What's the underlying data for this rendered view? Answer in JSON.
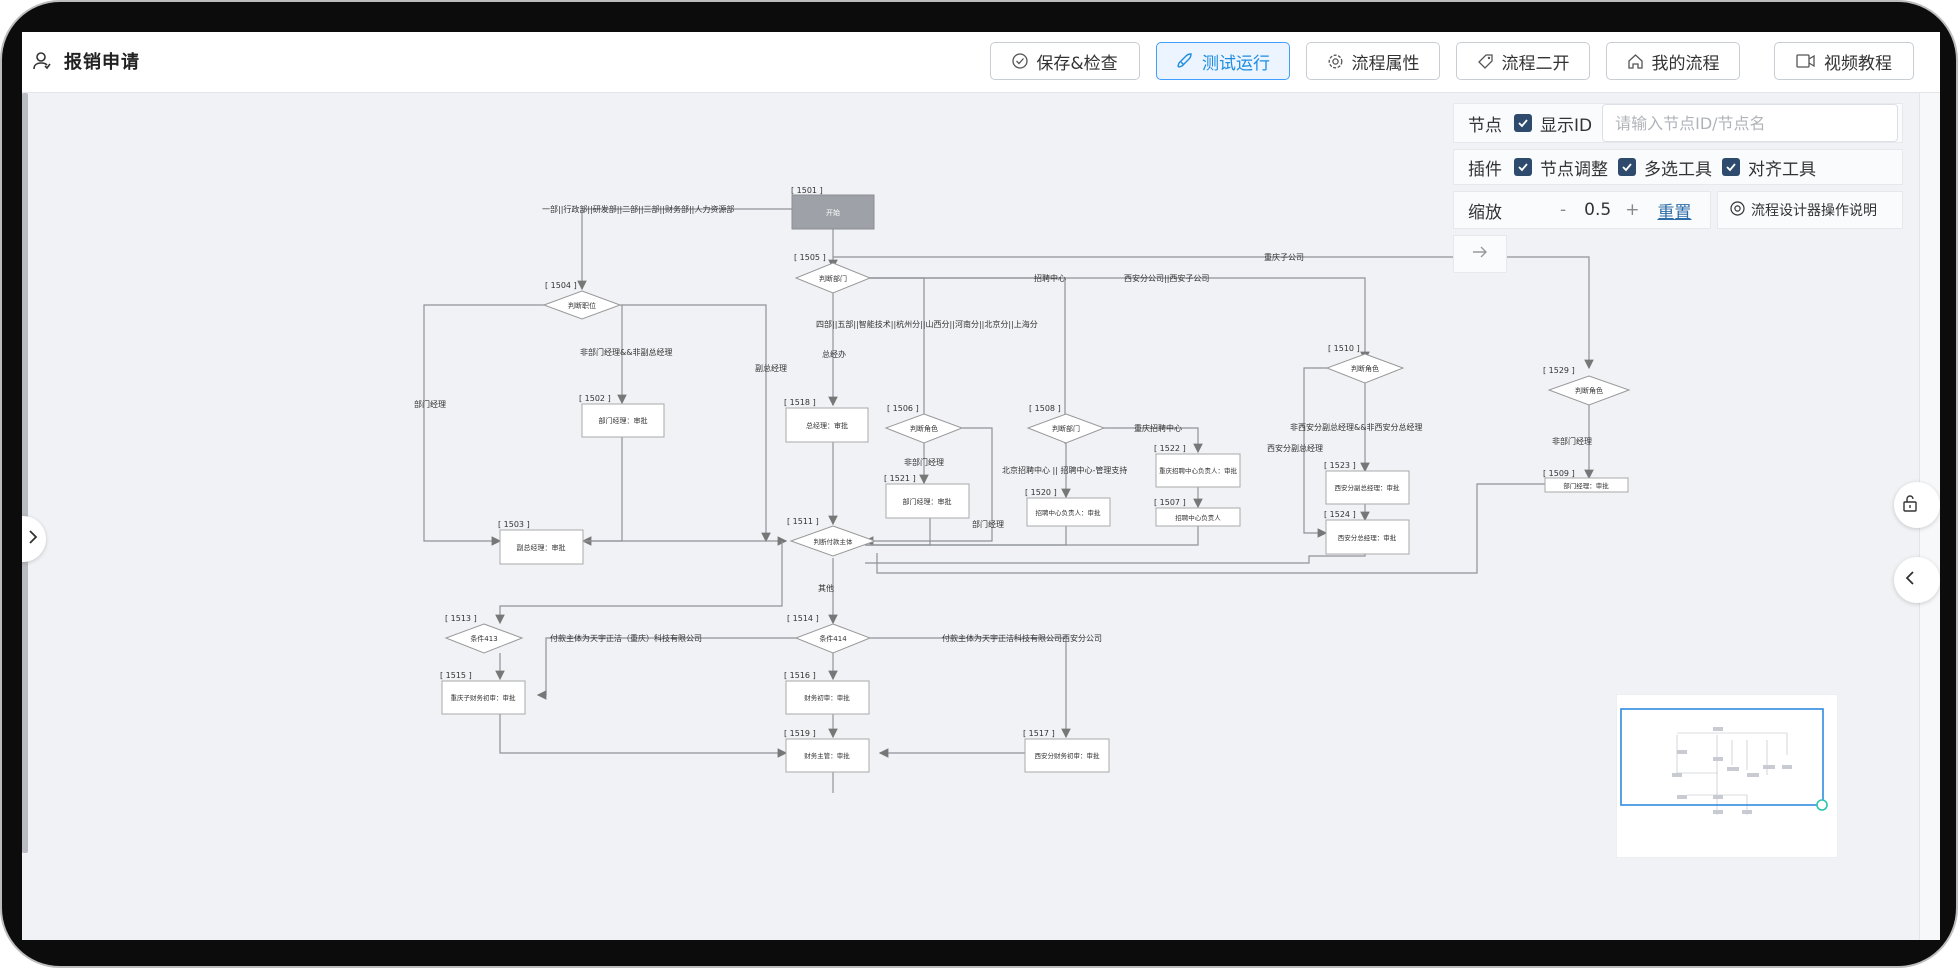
{
  "header": {
    "title": "报销申请",
    "buttons": {
      "save": "保存&检查",
      "test_run": "测试运行",
      "properties": "流程属性",
      "fork": "流程二开",
      "my_flows": "我的流程",
      "video": "视频教程"
    }
  },
  "panel": {
    "node_label": "节点",
    "show_id_label": "显示ID",
    "show_id_checked": true,
    "search_placeholder": "请输入节点ID/节点名",
    "plugin_label": "插件",
    "node_adjust_label": "节点调整",
    "multi_select_label": "多选工具",
    "align_label": "对齐工具",
    "zoom_label": "缩放",
    "zoom_minus": "-",
    "zoom_value": "0.5",
    "zoom_plus": "+",
    "reset_label": "重置",
    "help_label": "流程设计器操作说明"
  },
  "flow": {
    "nodes": {
      "n1501": {
        "id": "[ 1501 ]",
        "text": "开始"
      },
      "n1505": {
        "id": "[ 1505 ]",
        "text": "判断部门"
      },
      "n1504": {
        "id": "[ 1504 ]",
        "text": "判断职位"
      },
      "n1502": {
        "id": "[ 1502 ]",
        "text": "部门经理：审批"
      },
      "n1503": {
        "id": "[ 1503 ]",
        "text": "副总经理：审批"
      },
      "n1518": {
        "id": "[ 1518 ]",
        "text": "总经理：审批"
      },
      "n1506": {
        "id": "[ 1506 ]",
        "text": "判断角色"
      },
      "n1521": {
        "id": "[ 1521 ]",
        "text": "部门经理：审批"
      },
      "n1508": {
        "id": "[ 1508 ]",
        "text": "判断部门"
      },
      "n1522": {
        "id": "[ 1522 ]",
        "text": "重庆招聘中心负责人：审批"
      },
      "n1520": {
        "id": "[ 1520 ]",
        "text": "招聘中心负责人：审批"
      },
      "n1507": {
        "id": "[ 1507 ]",
        "text": "招聘中心负责人"
      },
      "n1510": {
        "id": "[ 1510 ]",
        "text": "判断角色"
      },
      "n1523": {
        "id": "[ 1523 ]",
        "text": "西安分副总经理：审批"
      },
      "n1524": {
        "id": "[ 1524 ]",
        "text": "西安分总经理：审批"
      },
      "n1529": {
        "id": "[ 1529 ]",
        "text": "判断角色"
      },
      "n1509": {
        "id": "[ 1509 ]",
        "text": "部门经理：审批"
      },
      "n1511": {
        "id": "[ 1511 ]",
        "text": "判断付款主体"
      },
      "n1513": {
        "id": "[ 1513 ]",
        "text": "条件413"
      },
      "n1514": {
        "id": "[ 1514 ]",
        "text": "条件414"
      },
      "n1515": {
        "id": "[ 1515 ]",
        "text": "重庆子财务初审：审批"
      },
      "n1516": {
        "id": "[ 1516 ]",
        "text": "财务初审：审批"
      },
      "n1519": {
        "id": "[ 1519 ]",
        "text": "财务主管：审批"
      },
      "n1517": {
        "id": "[ 1517 ]",
        "text": "西安分财务初审：审批"
      }
    },
    "edges": {
      "depts": "一部||行政部||研发部||二部||三部||财务部||人力资源部",
      "chongqing_sub": "重庆子公司",
      "recruit_center": "招聘中心",
      "xian": "西安分公司||西安子公司",
      "four_dept": "四部||五部||智能技术||杭州分||山西分||河南分||北京分||上海分",
      "ceo_office": "总经办",
      "non_mgr_non_vp": "非部门经理&&非副总经理",
      "vp": "副总经理",
      "dept_mgr": "部门经理",
      "non_dept_mgr": "非部门经理",
      "cq_recruit": "重庆招聘中心",
      "bj_recruit": "北京招聘中心 || 招聘中心-管理支持",
      "dept_mgr2": "部门经理",
      "non_xian": "非西安分副总经理&&非西安分总经理",
      "xian_vp": "西安分副总经理",
      "non_dept_mgr2": "非部门经理",
      "other": "其他",
      "pay_cq": "付款主体为天宇正洁（重庆）科技有限公司",
      "pay_xian": "付款主体为天宇正洁科技有限公司西安分公司"
    }
  }
}
